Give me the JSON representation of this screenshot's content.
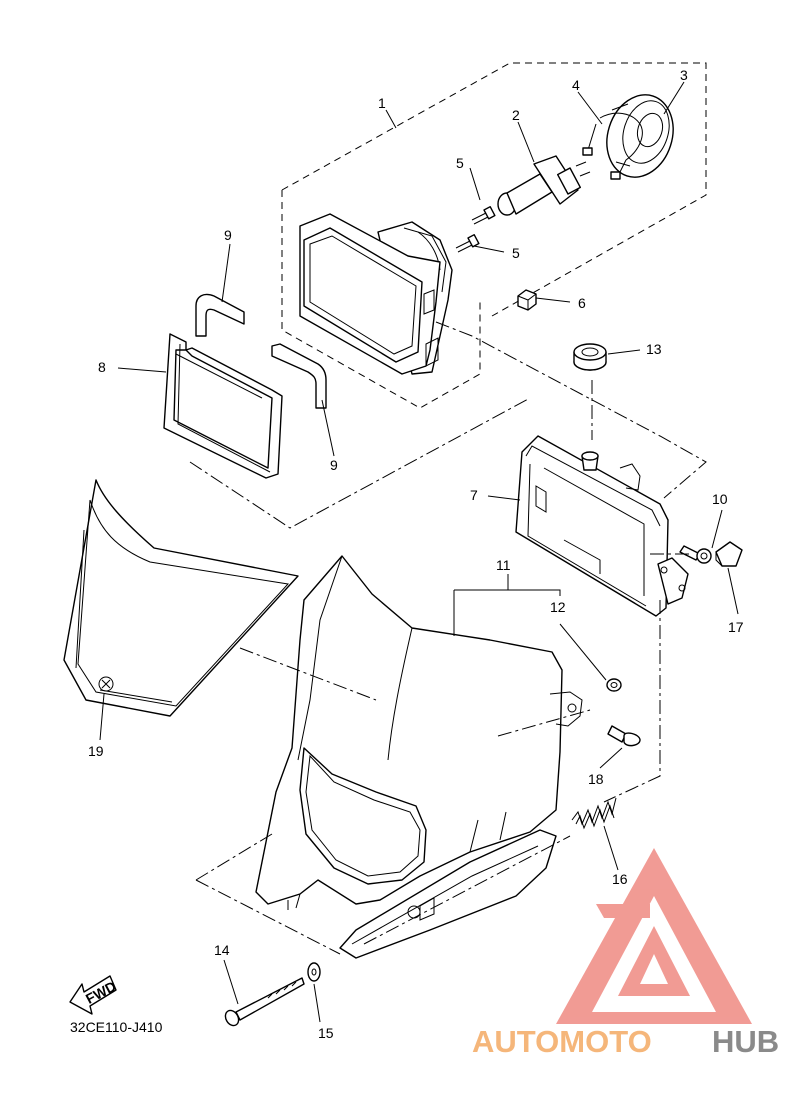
{
  "diagram": {
    "code": "32CE110-J410",
    "fwd_label": "FWD",
    "callouts": [
      "1",
      "2",
      "3",
      "4",
      "5",
      "5",
      "6",
      "7",
      "8",
      "9",
      "9",
      "10",
      "11",
      "12",
      "13",
      "14",
      "15",
      "16",
      "17",
      "18",
      "19"
    ]
  },
  "watermark": {
    "text_a": "AUTOMOTO",
    "text_b": "HUB",
    "color_a": "#f5b67a",
    "color_b": "#8a8a8a",
    "logo_color": "#ef8a82"
  }
}
